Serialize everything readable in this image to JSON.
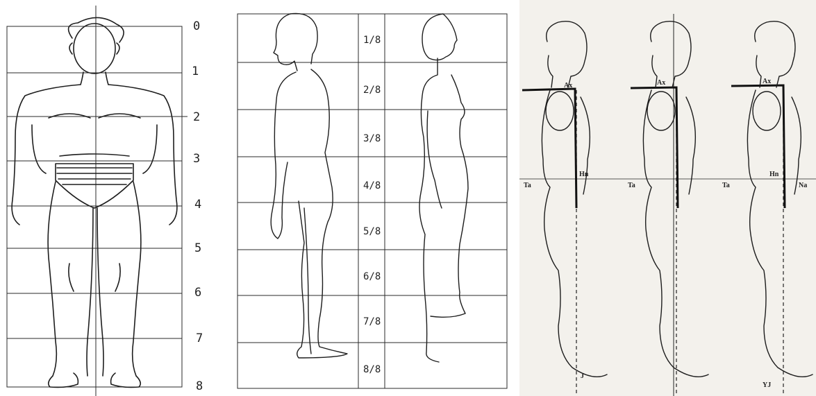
{
  "front_view": {
    "head_units": [
      "0",
      "1",
      "2",
      "3",
      "4",
      "5",
      "6",
      "7",
      "8"
    ]
  },
  "profile_view": {
    "fractions": [
      "1/8",
      "2/8",
      "3/8",
      "4/8",
      "5/8",
      "6/8",
      "7/8",
      "8/8"
    ]
  },
  "posture_views": {
    "figures": [
      {
        "top_label": "Ax",
        "mid_label": "Hn",
        "left_label": "Ta",
        "right_label": "",
        "foot_label": "J"
      },
      {
        "top_label": "Ax",
        "mid_label": "",
        "left_label": "Ta",
        "right_label": "",
        "foot_label": ""
      },
      {
        "top_label": "Ax",
        "mid_label": "Hn",
        "left_label": "Ta",
        "right_label": "Na",
        "foot_label": "YJ"
      }
    ]
  },
  "colors": {
    "ink": "#1d1d1d",
    "scan_paper": "#f3f1ec"
  }
}
